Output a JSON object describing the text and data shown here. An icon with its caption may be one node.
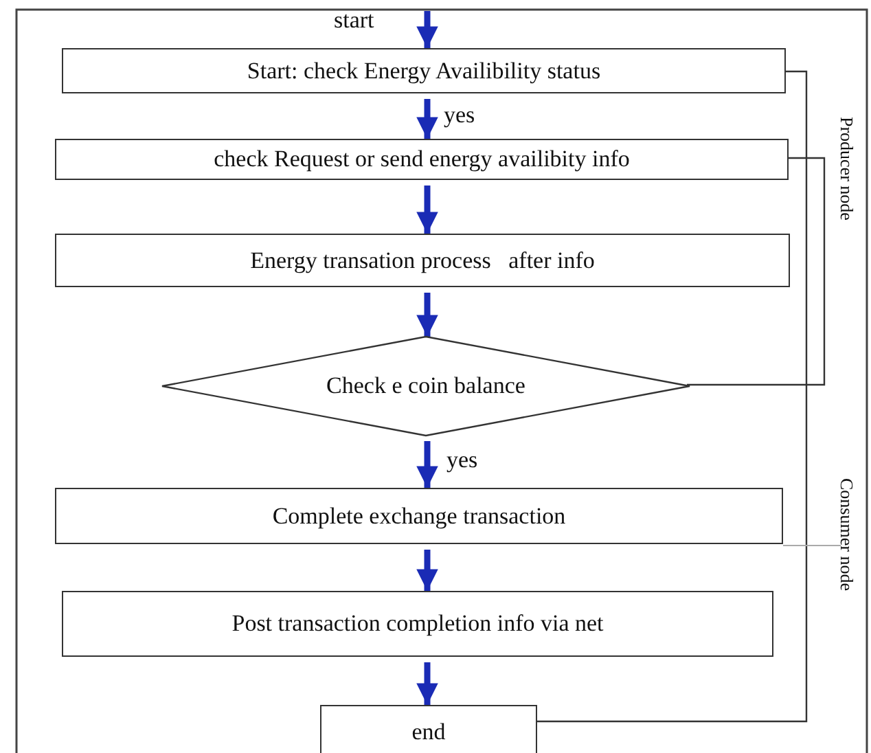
{
  "diagram": {
    "nodes": [
      {
        "text": [
          "Start: check Energy Availibility status"
        ]
      },
      {
        "text": [
          "check Request or send energy availibity info"
        ]
      },
      {
        "text": [
          "Energy transation process   after info"
        ]
      },
      {
        "text": [
          "Check e coin balance"
        ]
      },
      {
        "text": [
          "Complete exchange transaction"
        ]
      },
      {
        "text": [
          "Post transaction completion info via net"
        ]
      },
      {
        "text": [
          "end"
        ]
      }
    ],
    "edges": [
      {
        "from": null,
        "to": 0,
        "arrow": "to",
        "label": "start"
      },
      {
        "from": 0,
        "to": 1,
        "arrow": "to",
        "label": "yes"
      },
      {
        "from": 1,
        "to": 2,
        "arrow": "to"
      },
      {
        "from": 2,
        "to": 3,
        "arrow": "to"
      },
      {
        "from": 3,
        "to": 4,
        "arrow": "to",
        "label": "yes"
      },
      {
        "from": 4,
        "to": 5,
        "arrow": "to"
      },
      {
        "from": 5,
        "to": 6,
        "arrow": "to"
      }
    ],
    "labels": [
      "Producer node",
      "Consumer node"
    ]
  }
}
